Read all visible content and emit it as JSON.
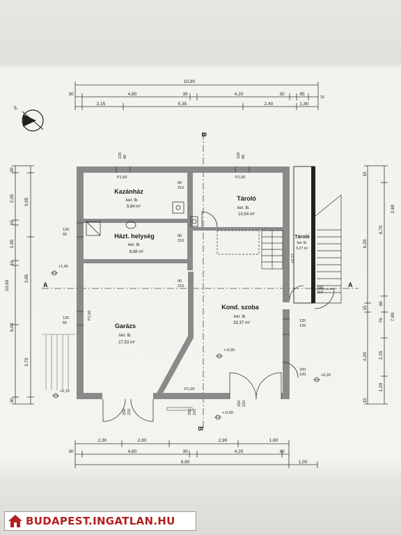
{
  "rooms": {
    "kazanhaz": {
      "name": "Kazánház",
      "floor": "ker. lb.",
      "area": "9,84 m²"
    },
    "taroló": {
      "name": "Tároló",
      "floor": "ker. lb.",
      "area": "10,54 m²"
    },
    "hazt": {
      "name": "Házt. helység",
      "floor": "ker. lb.",
      "area": "8,88 m²"
    },
    "garazs": {
      "name": "Garázs",
      "floor": "ker. lb.",
      "area": "27,53 m²"
    },
    "kond": {
      "name": "Kond. szoba",
      "floor": "ker. lb.",
      "area": "33,37 m²"
    },
    "taroló2": {
      "name": "Tároló",
      "floor": "ker. lb.",
      "area": "5,27 m²"
    }
  },
  "dims_top": {
    "total": "10,90",
    "row2": [
      "30",
      "4,80",
      "30",
      "4,20",
      "30",
      "85",
      "15"
    ],
    "row3": [
      "2,15",
      "5,35",
      "2,40",
      "1,80"
    ]
  },
  "dims_bottom": {
    "row1": [
      "2,30",
      "2,90",
      "2,90",
      "1,80"
    ],
    "row2": [
      "30",
      "4,80",
      "30",
      "4,20",
      "30"
    ],
    "row3": [
      "9,90",
      "1,00"
    ]
  },
  "dims_left": {
    "outer": [
      "30",
      "2,05",
      "10",
      "1,85",
      "10",
      "3,85",
      "6,00",
      "3,70",
      "30"
    ],
    "inner": [
      "3,05",
      "10,00"
    ]
  },
  "dims_right": {
    "outer": [
      "15",
      "2,80",
      "6,70",
      "60",
      "76",
      "7,80",
      "2,25",
      "1,20",
      "15"
    ],
    "inner": [
      "6,20",
      "15",
      "4,20"
    ]
  },
  "openings": {
    "w1": "120\n60",
    "w2": "P1,50",
    "w3": "120\n60",
    "w4": "P1,50",
    "d1": "90\n210",
    "d2": "90\n210",
    "d3": "90\n210",
    "w5": "120\n60",
    "w6": "120\n60",
    "w7": "P1,50",
    "d4": "100\n210",
    "d5": "120\n120",
    "d6": "150\n120",
    "d7": "P1,00",
    "g1": "250\n210",
    "g2": "250\n210",
    "g3": "250\n210",
    "stair": "+0,27"
  },
  "levels": {
    "l1": "+1,45",
    "l2": "+0,15",
    "l3": "+-0,00",
    "l4": "+-0,00",
    "l5": "+0,20"
  },
  "section_labels": {
    "a_left": "A",
    "a_right": "A",
    "b_top": "B",
    "b_bottom": "B"
  },
  "watermark": {
    "text": "BUDAPEST.INGATLAN.HU",
    "color": "#b3201f"
  }
}
